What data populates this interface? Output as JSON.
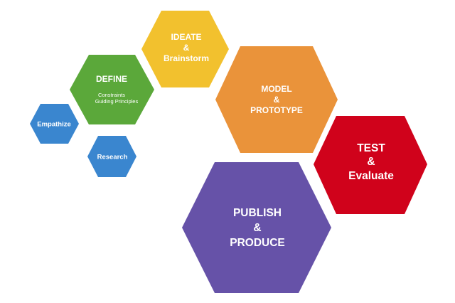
{
  "diagram": {
    "colors": {
      "empathize": "#3a86cf",
      "research": "#3a86cf",
      "define": "#5ba83a",
      "ideate": "#f2c12e",
      "model": "#ea933a",
      "test": "#d0021b",
      "publish": "#6652a8"
    },
    "nodes": {
      "empathize": {
        "lines": [
          "Empathize"
        ]
      },
      "research": {
        "lines": [
          "Research"
        ]
      },
      "define": {
        "title": "DEFINE",
        "sub_lines": [
          "Constraints",
          "Guiding Principles"
        ]
      },
      "ideate": {
        "lines": [
          "IDEATE",
          "&",
          "Brainstorm"
        ]
      },
      "model": {
        "lines": [
          "MODEL",
          "&",
          "PROTOTYPE"
        ]
      },
      "test": {
        "lines": [
          "TEST",
          "&",
          "Evaluate"
        ]
      },
      "publish": {
        "lines": [
          "PUBLISH",
          "&",
          "PRODUCE"
        ]
      }
    }
  }
}
